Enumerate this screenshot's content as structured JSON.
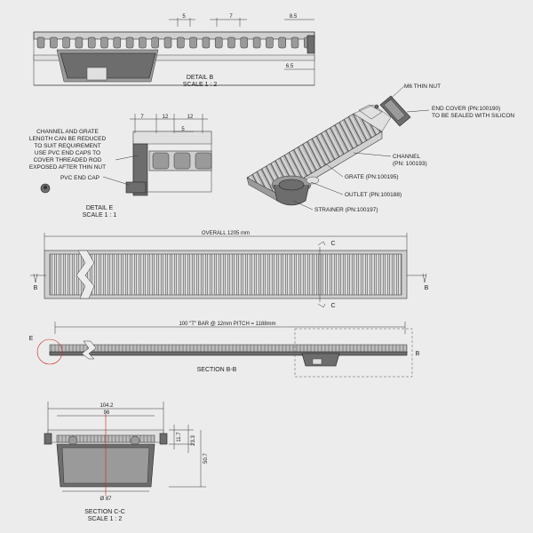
{
  "detail_b": {
    "title": "DETAIL B",
    "scale": "SCALE 1 : 2",
    "dims": [
      "5",
      "7",
      "8.5",
      "6.5"
    ]
  },
  "detail_e": {
    "title": "DETAIL E",
    "scale": "SCALE 1 : 1",
    "dims": [
      "7",
      "12",
      "12",
      "5"
    ],
    "note": [
      "CHANNEL AND GRATE",
      "LENGTH CAN BE REDUCED",
      "TO SUIT REQUIREMENT",
      "USE PVC END CAPS TO",
      "COVER THREADED ROD",
      "EXPOSED AFTER THIN NUT"
    ],
    "end_cap_label": "PVC END CAP"
  },
  "parts": {
    "m6_nut": "M6 THIN NUT",
    "end_cover": [
      "END COVER (PN:100190)",
      "TO BE SEALED WITH SILICON"
    ],
    "channel": [
      "CHANNEL",
      "(PN: 100193)"
    ],
    "grate": "GRATE (PN:100195)",
    "outlet": "OUTLET (PN:100188)",
    "strainer": "STRAINER (PN:100197)"
  },
  "plan_view": {
    "overall": "OVERALL 1205 mm",
    "marker_b": "B",
    "marker_c": "C"
  },
  "section_bb": {
    "title": "SECTION B-B",
    "pitch": "100 \"T\" BAR @ 12mm PITCH = 1188mm",
    "marker_e": "E",
    "marker_b": "B"
  },
  "section_cc": {
    "title": "SECTION C-C",
    "scale": "SCALE 1 : 2",
    "dims": [
      "104.2",
      "96",
      "11.7",
      "23.3",
      "50.7",
      "Ø 87"
    ]
  }
}
